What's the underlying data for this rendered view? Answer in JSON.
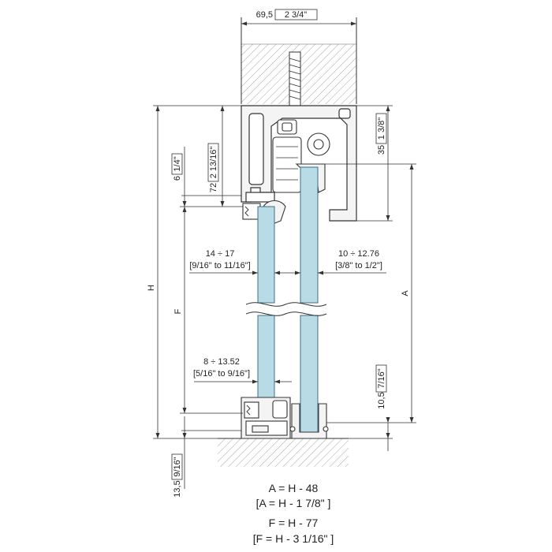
{
  "colors": {
    "line": "#333333",
    "glass": "#b9dbe6",
    "glass_edge": "#3d6f86",
    "hatch": "#9a9a9a",
    "profile_fill": "#f4f4f4"
  },
  "top_width": {
    "value": "69,5",
    "imperial": "2 3/4\""
  },
  "dim_35": {
    "value": "35",
    "imperial": "1 3/8\""
  },
  "dim_72": {
    "value": "72",
    "imperial": "2 13/16\""
  },
  "dim_6": {
    "value": "6",
    "imperial": "1/4\""
  },
  "dim_13_5": {
    "value": "13,5",
    "imperial": "9/16\""
  },
  "dim_10_5": {
    "value": "10,5",
    "imperial": "7/16\""
  },
  "glass_left": {
    "range": "14 ÷ 17",
    "imperial": "[9/16\" to 11/16\"]"
  },
  "glass_right": {
    "range": "10 ÷ 12.76",
    "imperial": "[3/8\" to 1/2\"]"
  },
  "bottom_gap": {
    "range": "8 ÷ 13.52",
    "imperial": "[5/16\" to 9/16\"]"
  },
  "labels": {
    "H": "H",
    "F": "F",
    "A": "A"
  },
  "formulas": [
    "A = H - 48",
    "[A = H - 1 7/8\" ]",
    "F = H - 77",
    "[F = H - 3 1/16\" ]"
  ]
}
